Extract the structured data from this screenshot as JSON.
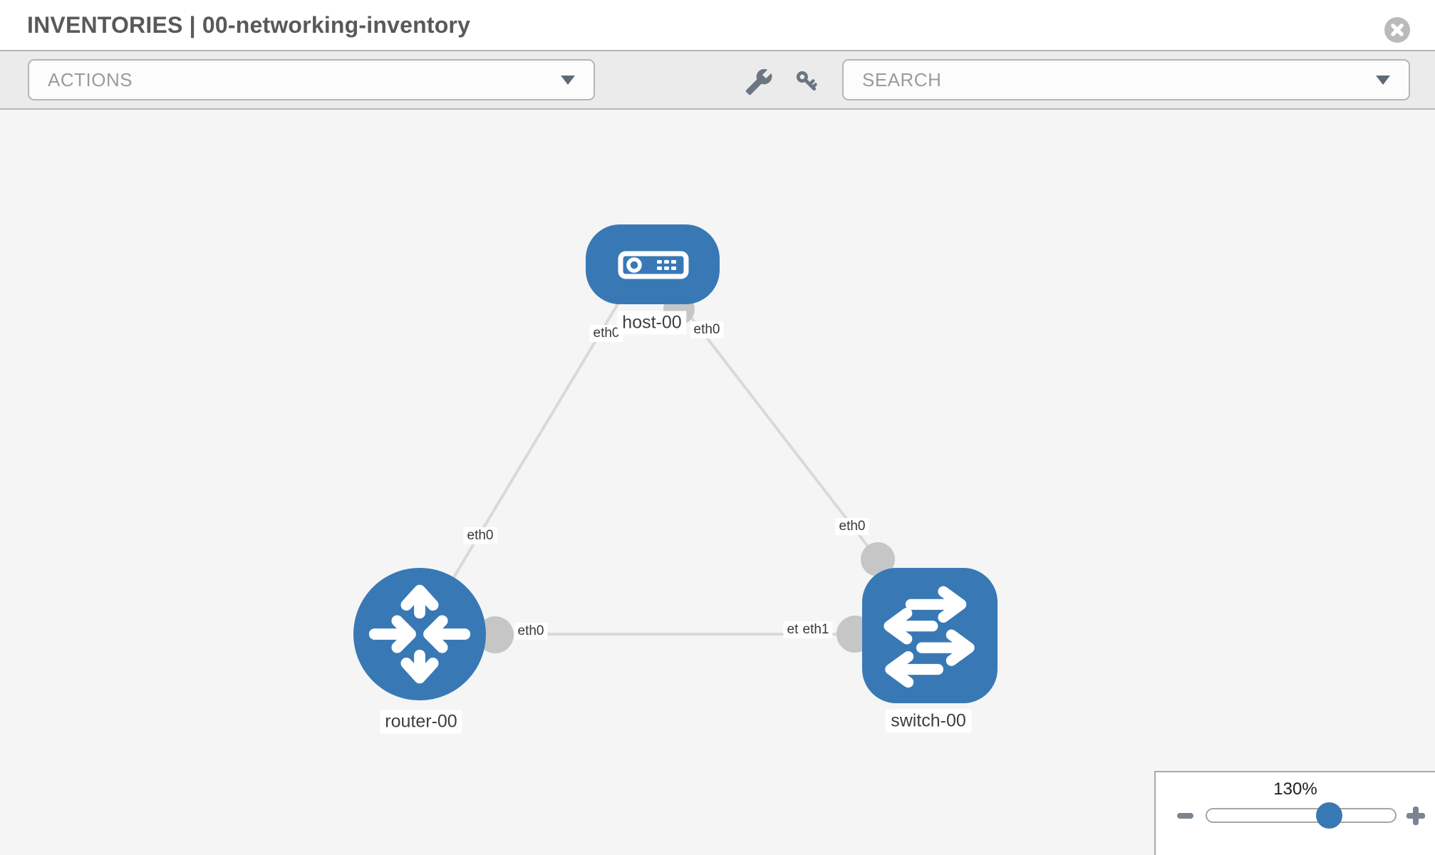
{
  "window": {
    "title": "INVENTORIES | 00-networking-inventory"
  },
  "toolbar": {
    "actions_label": "ACTIONS",
    "search_placeholder": "SEARCH",
    "icons": [
      "wrench-icon",
      "key-icon"
    ]
  },
  "topology": {
    "nodes": [
      {
        "id": "host-00",
        "label": "host-00",
        "type": "host",
        "shape": "rounded-rect"
      },
      {
        "id": "router-00",
        "label": "router-00",
        "type": "router",
        "shape": "circle"
      },
      {
        "id": "switch-00",
        "label": "switch-00",
        "type": "switch",
        "shape": "rounded-square"
      }
    ],
    "links": [
      {
        "from": "router-00",
        "from_interface": "eth0",
        "to": "host-00",
        "to_interface": "eth0"
      },
      {
        "from": "host-00",
        "from_interface": "eth0",
        "to": "switch-00",
        "to_interface": "eth0"
      },
      {
        "from": "router-00",
        "from_interface": "eth0",
        "to": "switch-00",
        "to_interface": "eth1"
      }
    ],
    "iface_labels": {
      "rh_router": "eth0",
      "rh_host": "eth0",
      "hs_host": "eth0",
      "hs_switch": "eth0",
      "rs_router": "eth0",
      "rs_switch_hidden": "eth0",
      "rs_switch": "eth1"
    }
  },
  "zoom_control": {
    "level": "130%",
    "minus_icon": "minus-icon",
    "plus_icon": "plus-icon"
  },
  "colors": {
    "node_blue": "#3879b5",
    "link_gray": "#d9d9d9",
    "endpoint_gray": "#c6c6c6",
    "toolbar_bg": "#ebebeb",
    "canvas_bg": "#f5f5f5"
  }
}
